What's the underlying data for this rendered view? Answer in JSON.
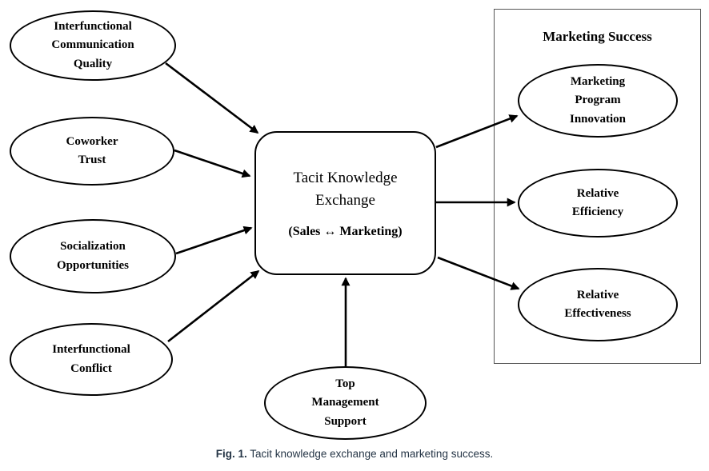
{
  "figure": {
    "caption": {
      "label": "Fig. 1.",
      "text": "Tacit knowledge exchange and marketing success."
    },
    "colors": {
      "shape_stroke": "#000000",
      "group_stroke": "#555555",
      "caption_text": "#253546",
      "background": "#ffffff"
    },
    "center": {
      "title": "Tacit Knowledge\nExchange",
      "subtitle": "(Sales ↔ Marketing)"
    },
    "antecedents": [
      {
        "label": "Interfunctional\nCommunication\nQuality"
      },
      {
        "label": "Coworker\nTrust"
      },
      {
        "label": "Socialization\nOpportunities"
      },
      {
        "label": "Interfunctional\nConflict"
      }
    ],
    "moderator": {
      "label": "Top\nManagement\nSupport"
    },
    "outcomes_group": {
      "title": "Marketing Success",
      "outcomes": [
        {
          "label": "Marketing\nProgram\nInnovation"
        },
        {
          "label": "Relative\nEfficiency"
        },
        {
          "label": "Relative\nEffectiveness"
        }
      ]
    },
    "edges": [
      {
        "from": "Interfunctional Communication Quality",
        "to": "Tacit Knowledge Exchange"
      },
      {
        "from": "Coworker Trust",
        "to": "Tacit Knowledge Exchange"
      },
      {
        "from": "Socialization Opportunities",
        "to": "Tacit Knowledge Exchange"
      },
      {
        "from": "Interfunctional Conflict",
        "to": "Tacit Knowledge Exchange"
      },
      {
        "from": "Top Management Support",
        "to": "Tacit Knowledge Exchange"
      },
      {
        "from": "Tacit Knowledge Exchange",
        "to": "Marketing Program Innovation"
      },
      {
        "from": "Tacit Knowledge Exchange",
        "to": "Relative Efficiency"
      },
      {
        "from": "Tacit Knowledge Exchange",
        "to": "Relative Effectiveness"
      }
    ]
  }
}
